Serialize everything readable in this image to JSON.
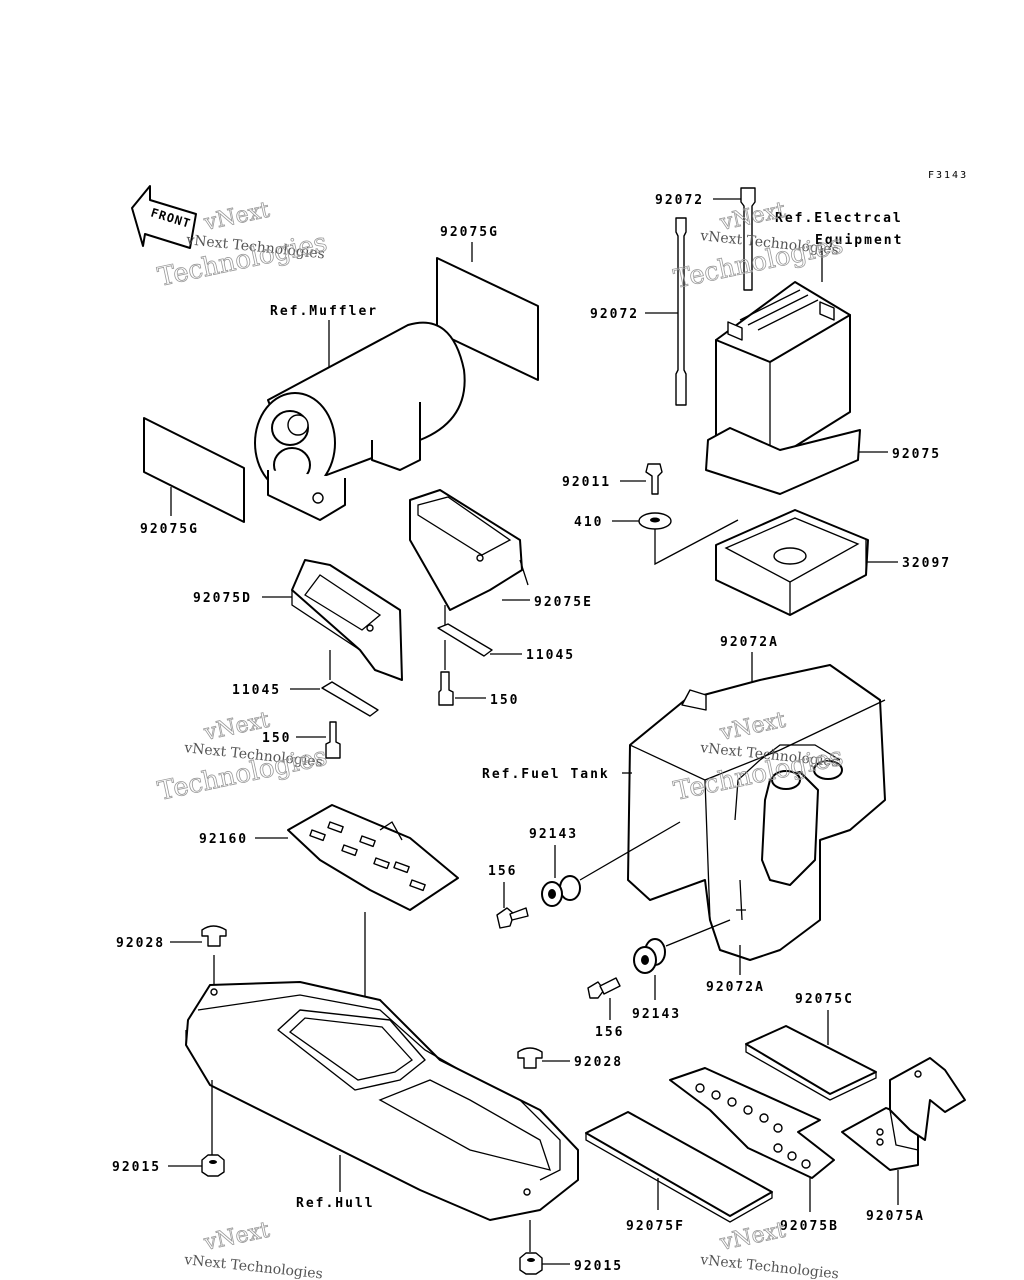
{
  "figure_code": "F3143",
  "front_arrow_text": "FRONT",
  "watermark": {
    "line1": "vNext",
    "line2": "vNext Technologies",
    "line3": "Technologies"
  },
  "labels": {
    "p92072_top": "92072",
    "ref_electrical_1": "Ref.Electrcal",
    "ref_electrical_2": "Equipment",
    "p92075g_top": "92075G",
    "ref_muffler": "Ref.Muffler",
    "p92072_mid": "92072",
    "p92075": "92075",
    "p92011": "92011",
    "p410": "410",
    "p32097": "32097",
    "p92075g_left": "92075G",
    "p92075d": "92075D",
    "p92075e": "92075E",
    "p11045_right": "11045",
    "p11045_left": "11045",
    "p150_right": "150",
    "p150_left": "150",
    "p92072a_top": "92072A",
    "ref_fuel_tank": "Ref.Fuel Tank",
    "p92143_top": "92143",
    "p156_top": "156",
    "p92160": "92160",
    "p92028_left": "92028",
    "p92143_bottom": "92143",
    "p92072a_bottom": "92072A",
    "p156_bottom": "156",
    "p92075c": "92075C",
    "p92028_right": "92028",
    "p92015_left": "92015",
    "ref_hull": "Ref.Hull",
    "p92075f": "92075F",
    "p92075b": "92075B",
    "p92075a": "92075A",
    "p92015_bottom": "92015"
  }
}
